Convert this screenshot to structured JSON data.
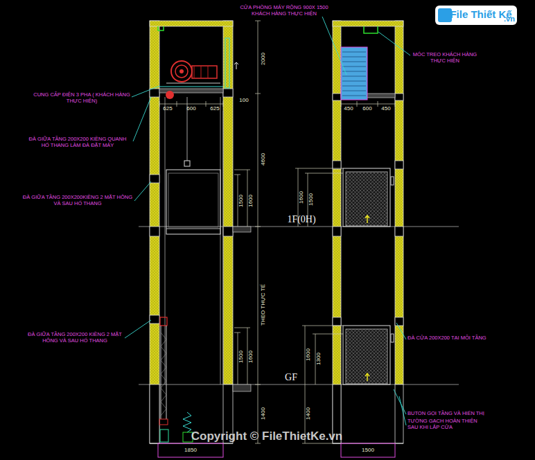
{
  "diagram": {
    "labels": [
      "CUNG CẤP ĐIỆN 3 PHA ( KHÁCH HÀNG THỰC HIỆN)",
      "ĐÀ GIỮA TẦNG 200X200 KIỀNG QUANH HỐ THANG LÀM ĐÀ ĐẶT MÁY",
      "ĐÀ GIỮA TẦNG 200X200KIỀNG 2 MẶT HÔNG VÀ SAU HỐ THANG",
      "ĐÀ GIỮA TẦNG 200X200 KIỀNG 2 MẶT HÔNG VÀ SAU HỐ THANG",
      "625",
      "600",
      "625",
      "100",
      "2000",
      "4600",
      "1500",
      "1600",
      "THEO THỰC TẾ",
      "1500",
      "1600",
      "1400",
      "1F(0H)",
      "GF",
      "CỬA PHÒNG MÁY RỘNG 900X 1500 KHÁCH HÀNG THỰC HIỆN",
      "MÓC TREO KHÁCH HÀNG THỰC HIỆN",
      "450",
      "600",
      "450",
      "1600",
      "1500",
      "1600",
      "1300",
      "1400",
      "ĐÀ CỬA 200X200 TẠI MỖI TẦNG",
      "BUTON GỌI TẦNG VÀ HIỂN THỊ",
      "TƯỜNG GẠCH HOÀN THIỆN SAU KHI LẮP CỬA",
      "1850",
      "1500",
      "Copyright © FileThietKe.vn",
      "File Thiết Kế",
      ".vn"
    ]
  }
}
